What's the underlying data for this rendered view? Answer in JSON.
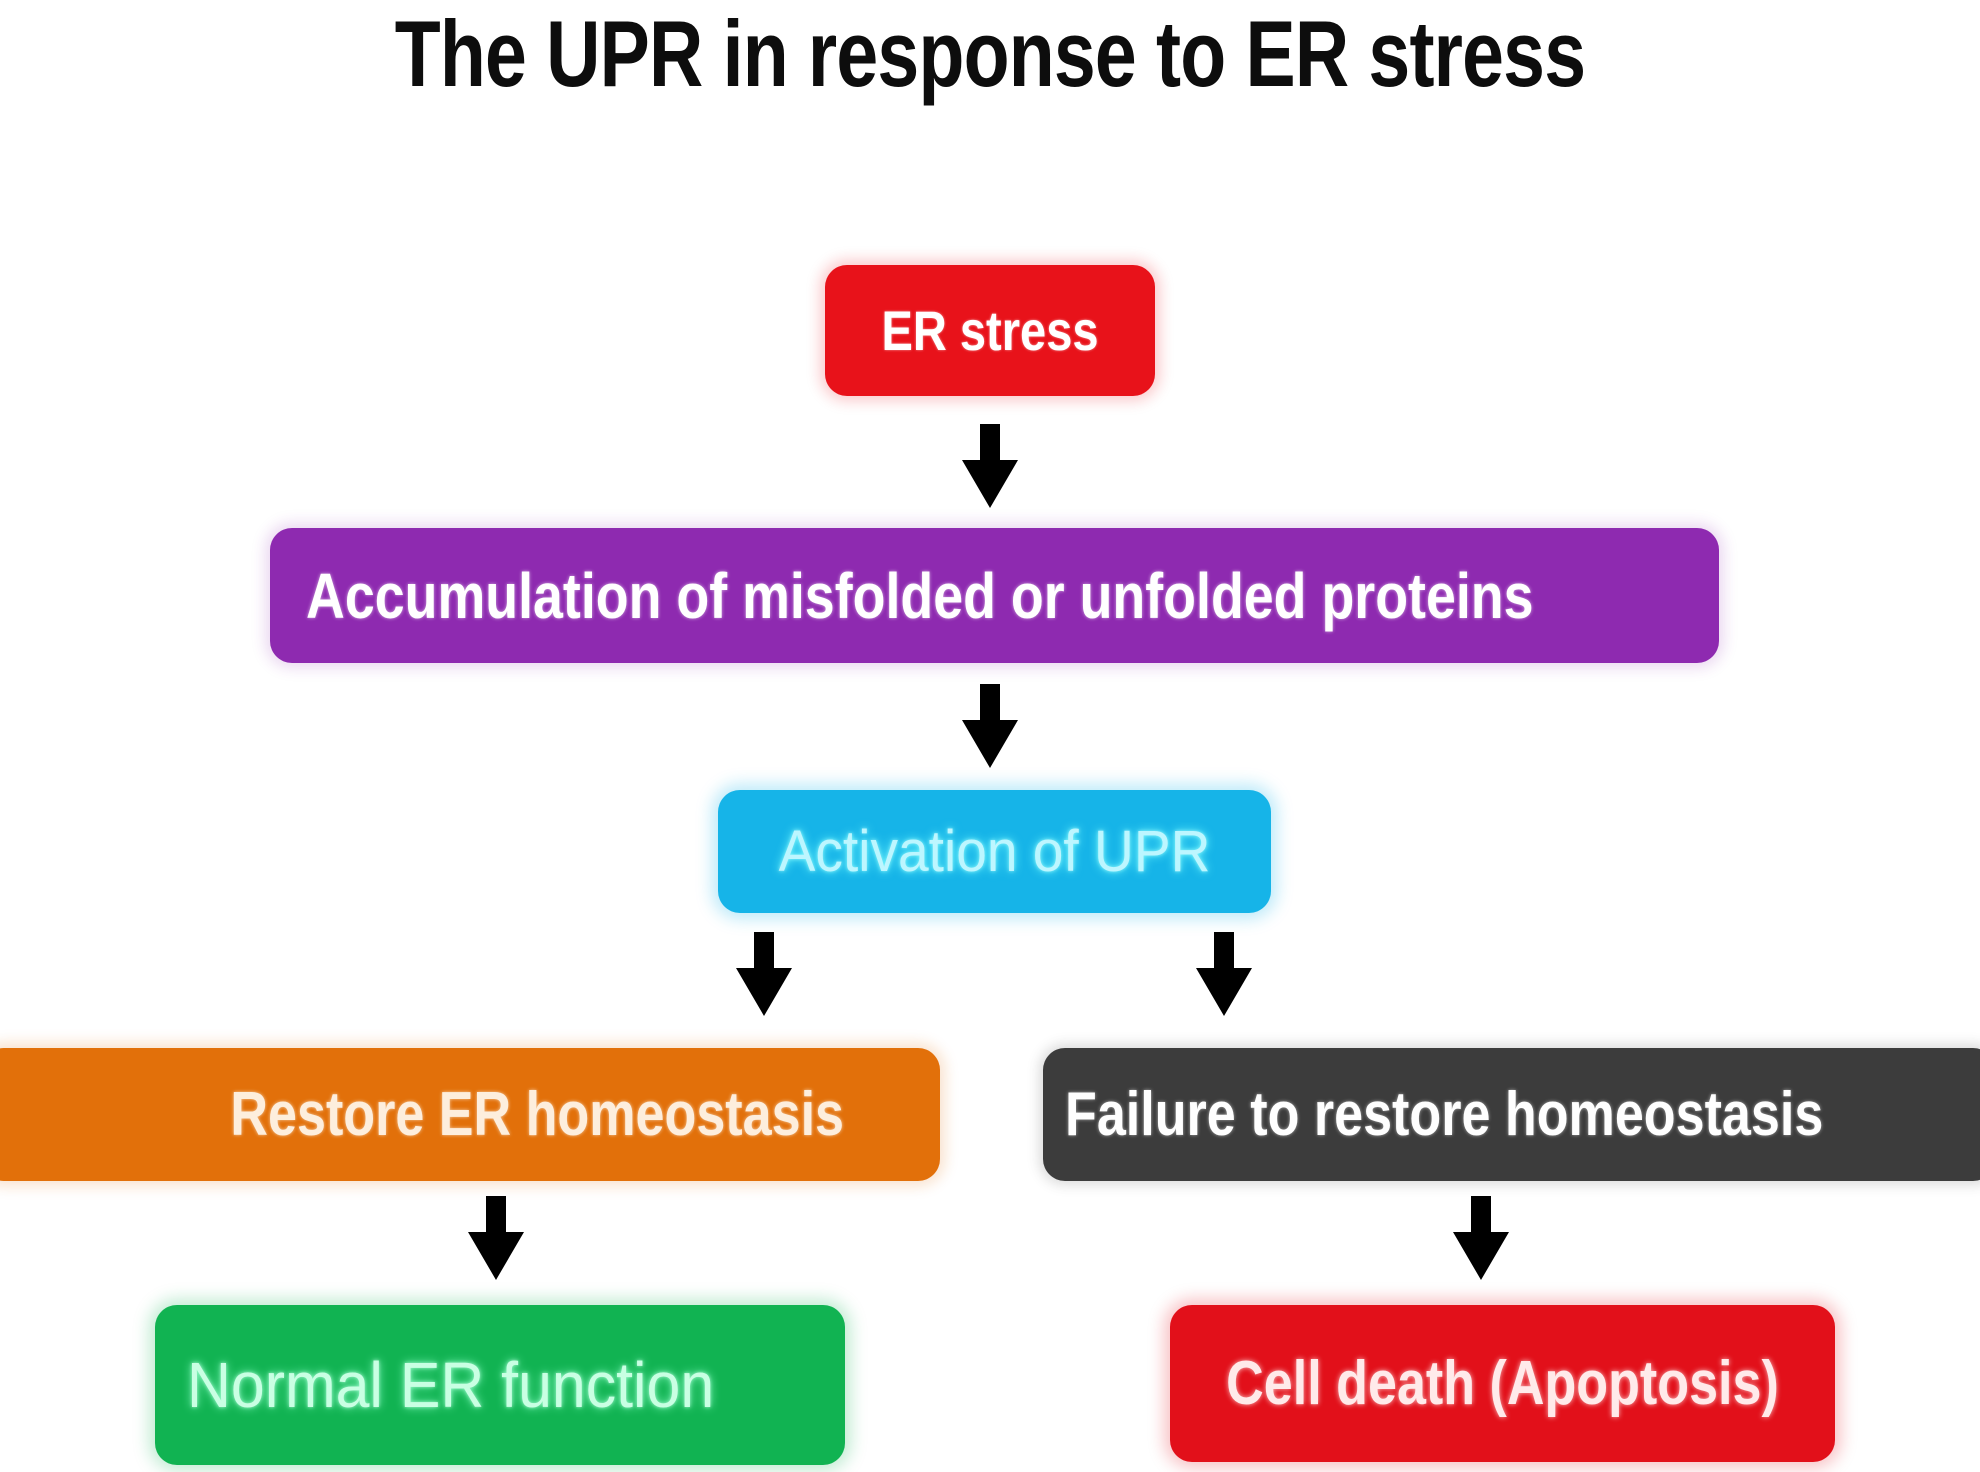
{
  "title": "The UPR in response to ER stress",
  "diagram": {
    "nodes": [
      {
        "id": "er-stress",
        "label": "ER stress",
        "color": "#e8121a",
        "text_color": "#ffffff"
      },
      {
        "id": "accumulation",
        "label": "Accumulation of misfolded or unfolded proteins",
        "color": "#8e2ab0",
        "text_color": "#ffffff"
      },
      {
        "id": "activation",
        "label": "Activation of UPR",
        "color": "#16b4e8",
        "text_color": "#bdf6ff"
      },
      {
        "id": "restore",
        "label": "Restore ER homeostasis",
        "color": "#e2700a",
        "text_color": "#fdeedd"
      },
      {
        "id": "failure",
        "label": "Failure to restore homeostasis",
        "color": "#3c3c3c",
        "text_color": "#fefefe"
      },
      {
        "id": "normal",
        "label": "Normal ER function",
        "color": "#11b352",
        "text_color": "#c9ffe3"
      },
      {
        "id": "cell-death",
        "label": "Cell death (Apoptosis)",
        "color": "#e2101a",
        "text_color": "#ffeaea"
      }
    ],
    "edges": [
      {
        "from": "er-stress",
        "to": "accumulation",
        "icon": "down-arrow-icon"
      },
      {
        "from": "accumulation",
        "to": "activation",
        "icon": "down-arrow-icon"
      },
      {
        "from": "activation",
        "to": "restore",
        "icon": "down-arrow-icon"
      },
      {
        "from": "activation",
        "to": "failure",
        "icon": "down-arrow-icon"
      },
      {
        "from": "restore",
        "to": "normal",
        "icon": "down-arrow-icon"
      },
      {
        "from": "failure",
        "to": "cell-death",
        "icon": "down-arrow-icon"
      }
    ],
    "background_color": "#ffffff",
    "arrow_color": "#000000"
  }
}
